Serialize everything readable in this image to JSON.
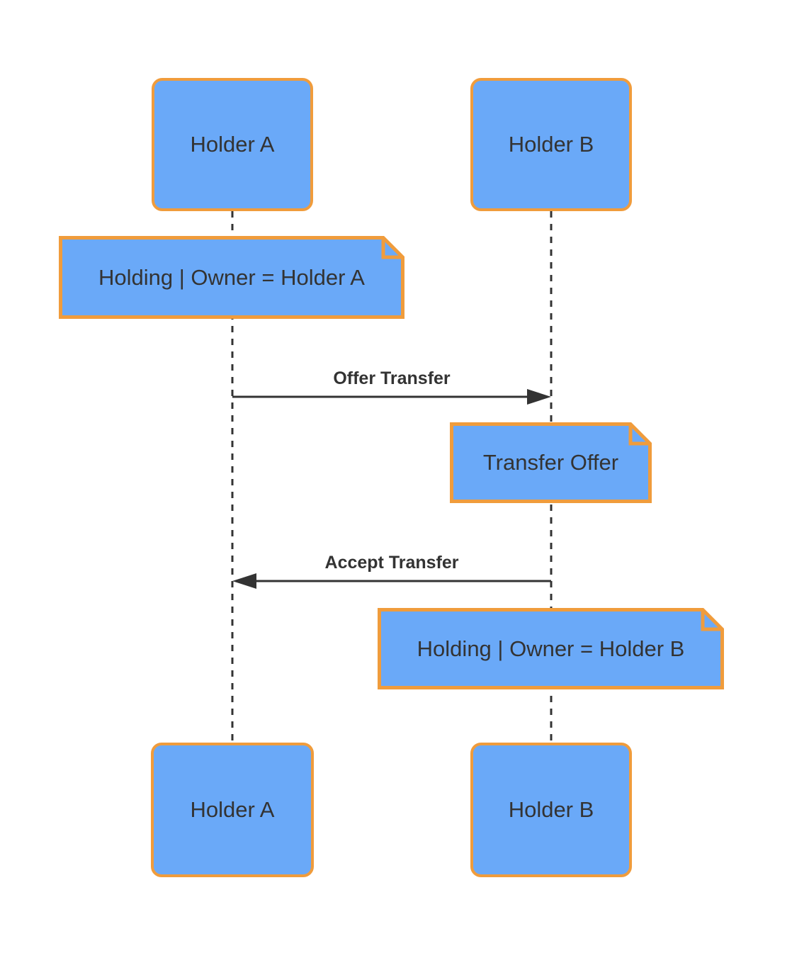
{
  "diagram": {
    "type": "sequence-diagram",
    "actors": {
      "top_a": "Holder A",
      "top_b": "Holder B",
      "bottom_a": "Holder A",
      "bottom_b": "Holder B"
    },
    "notes": {
      "note_a": "Holding | Owner = Holder A",
      "transfer_offer": "Transfer Offer",
      "note_b": "Holding | Owner = Holder B"
    },
    "messages": {
      "offer": "Offer Transfer",
      "accept": "Accept Transfer"
    },
    "colors": {
      "shape_fill": "#6AA9F8",
      "shape_border": "#F09C3C",
      "line": "#333333",
      "text": "#333333",
      "background": "#FFFFFF"
    }
  }
}
